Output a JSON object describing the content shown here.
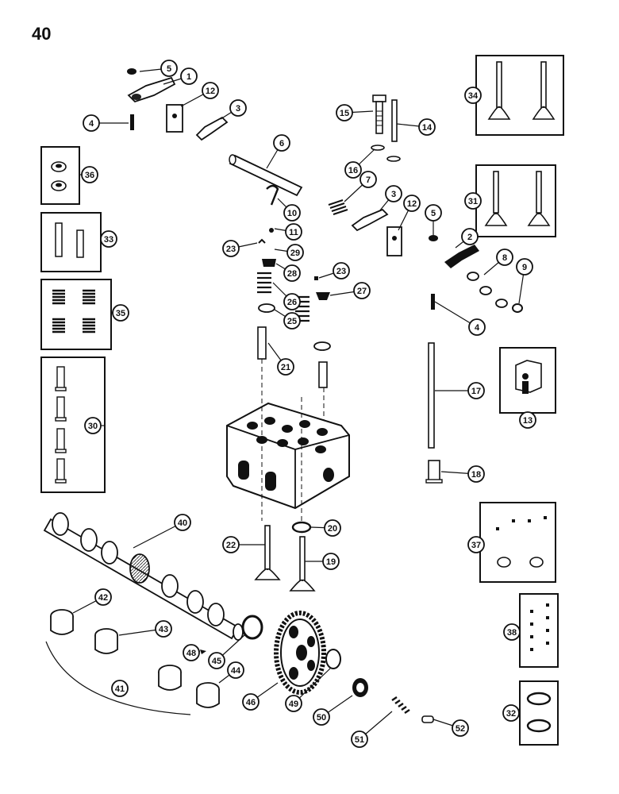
{
  "page_number": "40",
  "callouts": [
    "1",
    "2",
    "3",
    "4",
    "5",
    "6",
    "7",
    "8",
    "9",
    "10",
    "11",
    "12",
    "13",
    "14",
    "15",
    "16",
    "17",
    "18",
    "19",
    "20",
    "21",
    "22",
    "23",
    "25",
    "26",
    "27",
    "28",
    "29",
    "30",
    "31",
    "32",
    "33",
    "34",
    "35",
    "36",
    "37",
    "38",
    "40",
    "41",
    "42",
    "43",
    "44",
    "45",
    "46",
    "48",
    "49",
    "50",
    "51",
    "52"
  ]
}
